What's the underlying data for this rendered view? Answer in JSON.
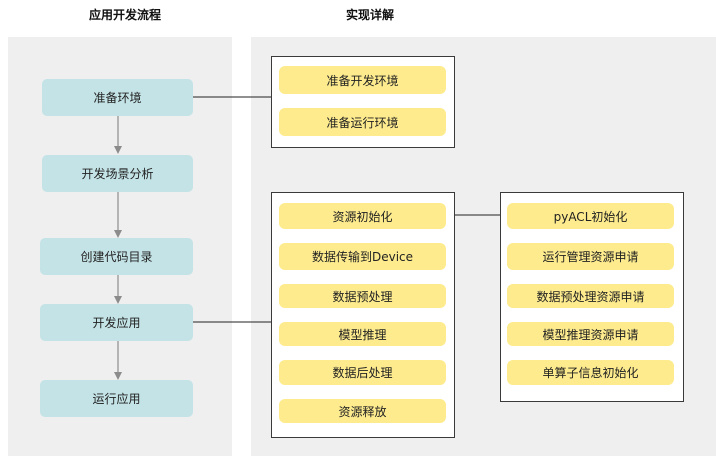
{
  "headings": {
    "left": "应用开发流程",
    "right": "实现详解"
  },
  "flow_steps": [
    {
      "label": "准备环境"
    },
    {
      "label": "开发场景分析"
    },
    {
      "label": "创建代码目录"
    },
    {
      "label": "开发应用"
    },
    {
      "label": "运行应用"
    }
  ],
  "env_box": {
    "items": [
      {
        "label": "准备开发环境"
      },
      {
        "label": "准备运行环境"
      }
    ]
  },
  "dev_box": {
    "items": [
      {
        "label": "资源初始化"
      },
      {
        "label": "数据传输到Device"
      },
      {
        "label": "数据预处理"
      },
      {
        "label": "模型推理"
      },
      {
        "label": "数据后处理"
      },
      {
        "label": "资源释放"
      }
    ]
  },
  "init_box": {
    "items": [
      {
        "label": "pyACL初始化"
      },
      {
        "label": "运行管理资源申请"
      },
      {
        "label": "数据预处理资源申请"
      },
      {
        "label": "模型推理资源申请"
      },
      {
        "label": "单算子信息初始化"
      }
    ]
  },
  "colors": {
    "step_fill": "#c4e3e6",
    "item_fill": "#fdeb8e",
    "panel_fill": "#efefef",
    "arrow": "#8c8c8c",
    "line": "#222222"
  }
}
